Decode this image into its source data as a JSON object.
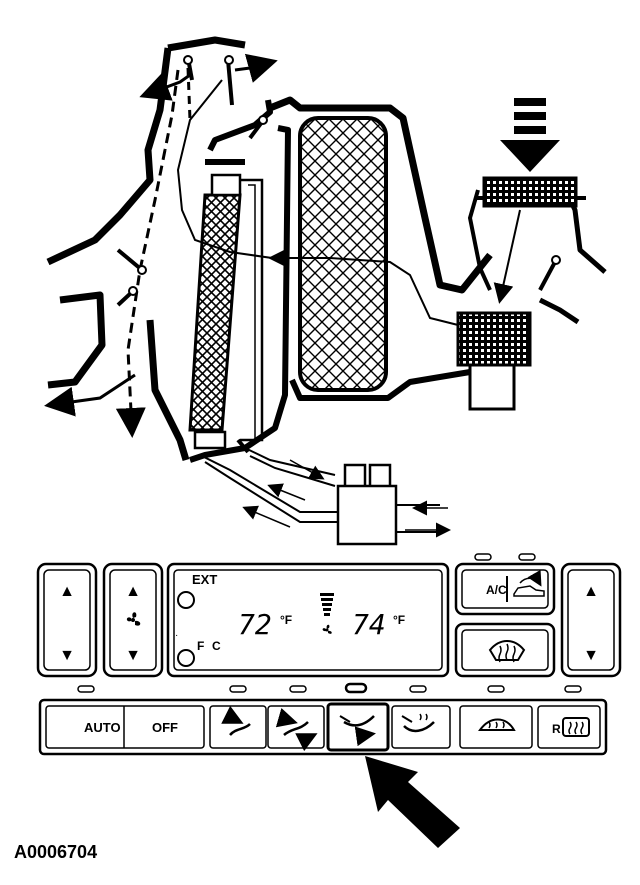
{
  "figure_id": "A0006704",
  "panel": {
    "ext_label": "EXT",
    "f_label": "F",
    "c_label": "C",
    "temp_left": "72",
    "temp_right": "74",
    "unit_left": "°F",
    "unit_right": "°F",
    "ac_label": "A/C",
    "auto_label": "AUTO",
    "off_label": "OFF",
    "rear_defrost_label": "R",
    "up_symbol": "▲",
    "down_symbol": "▼"
  },
  "colors": {
    "ink": "#000000",
    "paper": "#ffffff"
  }
}
